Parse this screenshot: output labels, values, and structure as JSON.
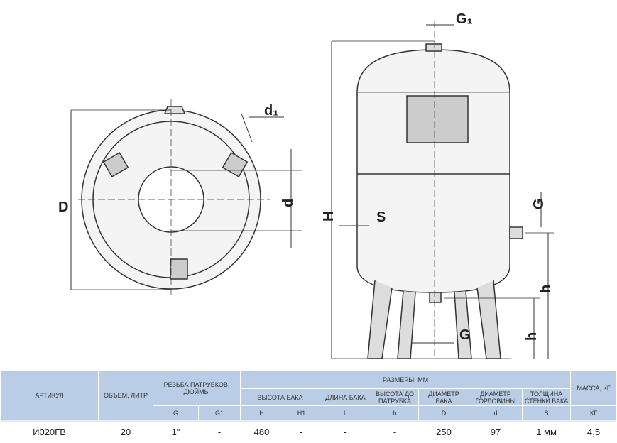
{
  "drawing": {
    "labels": {
      "D": "D",
      "d": "d",
      "d1": "d₁",
      "H": "H",
      "S": "S",
      "G1": "G₁",
      "G_side": "G",
      "G_bottom": "G",
      "h_side": "h",
      "h_bottom": "h"
    }
  },
  "table": {
    "headers": {
      "article": "АРТИКУЛ",
      "volume": "ОБЪЕМ, ЛИТР",
      "thread": "РЕЗЬБА ПАТРУБКОВ, ДЮЙМЫ",
      "dimensions": "РАЗМЕРЫ, ММ",
      "mass": "МАССА, КГ",
      "tank_height": "ВЫСОТА БАКА",
      "tank_length": "ДЛИНА БАКА",
      "height_to_pipe": "ВЫСОТА ДО ПАТРУБКА",
      "tank_diameter": "ДИАМЕТР БАКА",
      "neck_diameter": "ДИАМЕТР ГОРЛОВИНЫ",
      "wall_thickness": "ТОЛЩИНА СТЕНКИ БАКА"
    },
    "symbols": [
      "G",
      "G1",
      "H",
      "H1",
      "L",
      "h",
      "D",
      "d",
      "S",
      "КГ"
    ],
    "rows": [
      {
        "article": "И020ГВ",
        "volume": "20",
        "G": "1\"",
        "G1": "-",
        "H": "480",
        "H1": "-",
        "L": "-",
        "h": "-",
        "D": "250",
        "d": "97",
        "S": "1 мм",
        "mass": "4,5"
      }
    ]
  }
}
